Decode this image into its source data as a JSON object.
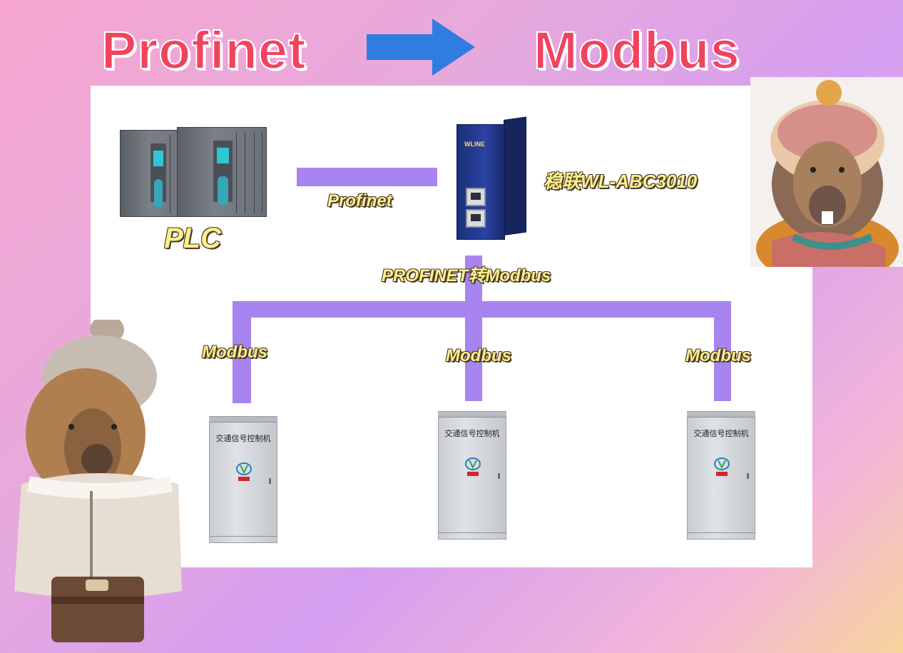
{
  "header": {
    "left_title": "Profinet",
    "right_title": "Modbus",
    "arrow_icon": "right-arrow-icon",
    "title_color": "#f0435e",
    "arrow_color": "#2f7de0"
  },
  "diagram": {
    "line_color": "#a784ef",
    "plc_label": "PLC",
    "profinet_link_label": "Profinet",
    "gateway_label": "稳联WL-ABC3010",
    "gateway_logo": "WLINE",
    "converter_label": "PROFINET转Modbus",
    "modbus_labels": [
      "Modbus",
      "Modbus",
      "Modbus"
    ],
    "cabinets": [
      {
        "title": "交通信号控制机"
      },
      {
        "title": "交通信号控制机"
      },
      {
        "title": "交通信号控制机"
      }
    ]
  }
}
